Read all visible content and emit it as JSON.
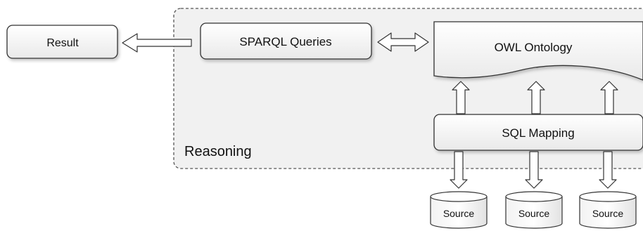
{
  "diagram": {
    "reasoning_label": "Reasoning",
    "result_label": "Result",
    "sparql_label": "SPARQL Queries",
    "ontology_label": "OWL Ontology",
    "mapping_label": "SQL Mapping",
    "sources": [
      {
        "label": "Source"
      },
      {
        "label": "Source"
      },
      {
        "label": "Source"
      }
    ]
  }
}
